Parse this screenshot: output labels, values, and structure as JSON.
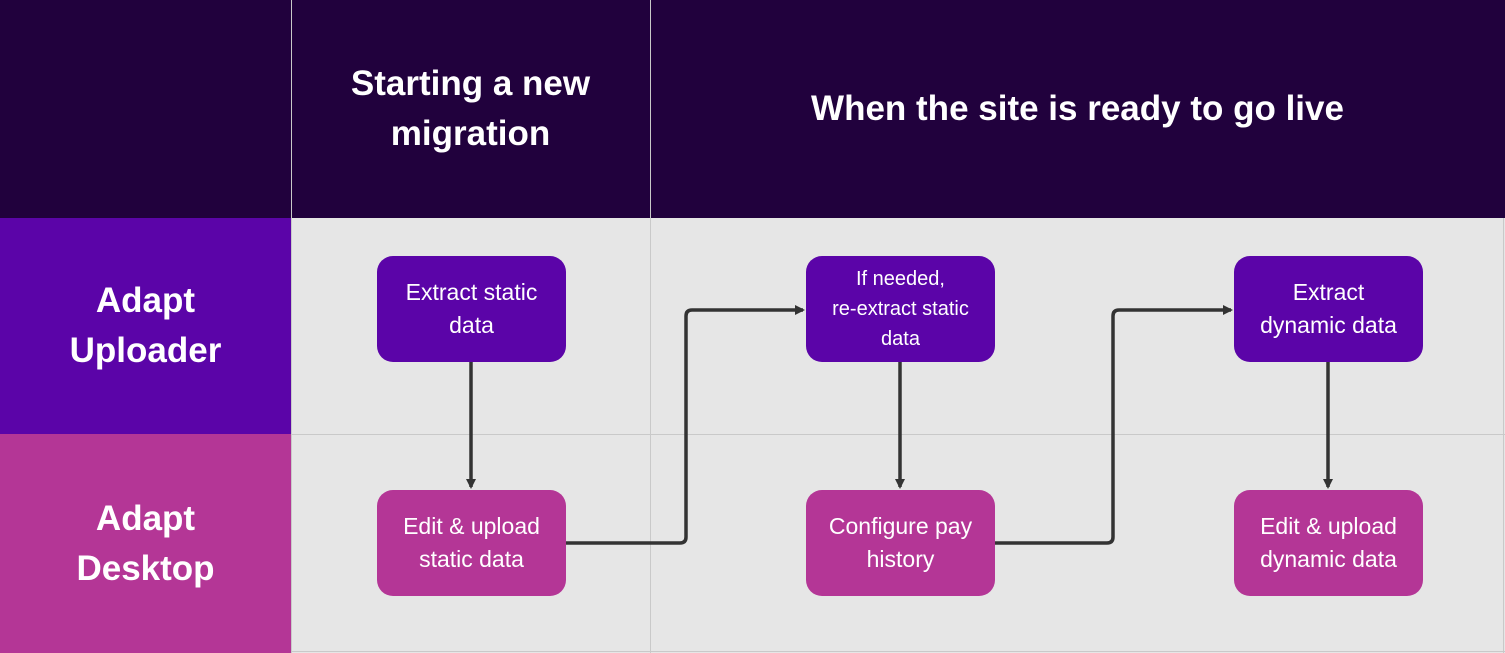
{
  "header": {
    "col1": "Starting a new\nmigration",
    "col2": "When the site is ready to go live"
  },
  "rows": {
    "uploader": "Adapt\nUploader",
    "desktop": "Adapt\nDesktop"
  },
  "nodes": {
    "extract_static": "Extract static\ndata",
    "edit_static": "Edit & upload\nstatic data",
    "reextract_static": "If needed,\nre-extract static\ndata",
    "configure_pay": "Configure pay\nhistory",
    "extract_dynamic": "Extract\ndynamic data",
    "edit_dynamic": "Edit & upload\ndynamic data"
  },
  "colors": {
    "header_bg": "#21013d",
    "uploader": "#5b04a8",
    "desktop": "#b43696",
    "lane_bg": "#e6e6e6",
    "arrow": "#333333"
  }
}
